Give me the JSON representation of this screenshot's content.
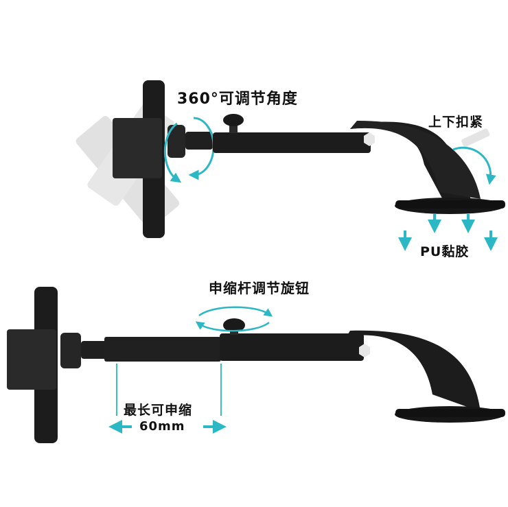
{
  "labels": {
    "angle": "360°可调节角度",
    "clamp": "上下扣紧",
    "pu": "PU黏胶",
    "knob": "申缩杆调节旋钮",
    "max_extend": "最长可申缩",
    "length": "60mm"
  },
  "colors": {
    "product": "#1c1c1c",
    "product_edge": "#3a3a3a",
    "ghost": "#bdbdbd",
    "arrow_teal": "#2bb7c4",
    "guide_line": "#36c0cc"
  }
}
